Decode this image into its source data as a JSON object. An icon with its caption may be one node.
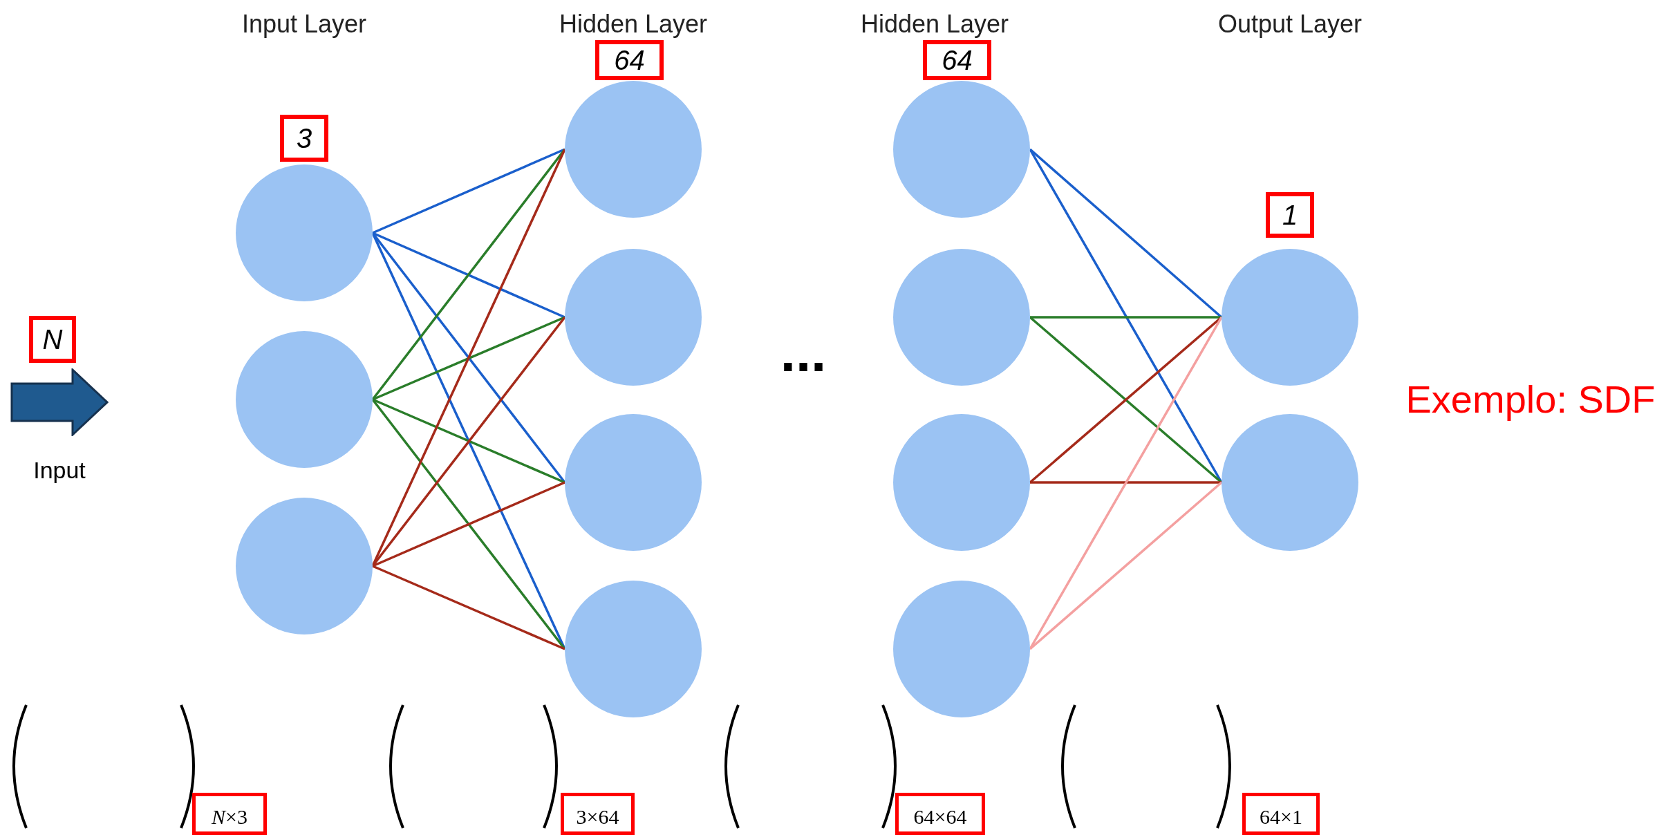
{
  "diagram": {
    "nodes": [
      {
        "text": [
          "3"
        ]
      },
      {
        "text": [
          "64"
        ]
      },
      {
        "text": [
          "64"
        ]
      },
      {
        "text": [
          "1"
        ]
      },
      {
        "text": [
          "N"
        ]
      },
      {
        "text": [],
        "shape": "arrow",
        "beside": [
          "Input"
        ]
      },
      {
        "text": [],
        "shape": "circle"
      },
      {
        "text": [],
        "shape": "circle"
      },
      {
        "text": [],
        "shape": "circle"
      },
      {
        "text": [],
        "shape": "circle"
      },
      {
        "text": [],
        "shape": "circle"
      },
      {
        "text": [],
        "shape": "circle"
      },
      {
        "text": [],
        "shape": "circle"
      },
      {
        "text": [],
        "shape": "circle"
      },
      {
        "text": [],
        "shape": "circle"
      },
      {
        "text": [],
        "shape": "circle"
      },
      {
        "text": [],
        "shape": "circle"
      },
      {
        "text": [],
        "shape": "circle"
      },
      {
        "text": [],
        "shape": "circle"
      },
      {
        "text": [
          "*N*×3"
        ]
      },
      {
        "text": [
          "3×64"
        ]
      },
      {
        "text": [
          "64×64"
        ]
      },
      {
        "text": [
          "64×1"
        ]
      }
    ],
    "edges": [
      {
        "from": 6,
        "to": 9,
        "arrow": "none",
        "color": "#1a5fcc"
      },
      {
        "from": 6,
        "to": 10,
        "arrow": "none",
        "color": "#1a5fcc"
      },
      {
        "from": 6,
        "to": 11,
        "arrow": "none",
        "color": "#1a5fcc"
      },
      {
        "from": 6,
        "to": 12,
        "arrow": "none",
        "color": "#1a5fcc"
      },
      {
        "from": 7,
        "to": 9,
        "arrow": "none",
        "color": "#2a7d2a"
      },
      {
        "from": 7,
        "to": 10,
        "arrow": "none",
        "color": "#2a7d2a"
      },
      {
        "from": 7,
        "to": 11,
        "arrow": "none",
        "color": "#2a7d2a"
      },
      {
        "from": 7,
        "to": 12,
        "arrow": "none",
        "color": "#2a7d2a"
      },
      {
        "from": 8,
        "to": 9,
        "arrow": "none",
        "color": "#a52a1a"
      },
      {
        "from": 8,
        "to": 10,
        "arrow": "none",
        "color": "#a52a1a"
      },
      {
        "from": 8,
        "to": 11,
        "arrow": "none",
        "color": "#a52a1a"
      },
      {
        "from": 8,
        "to": 12,
        "arrow": "none",
        "color": "#a52a1a"
      },
      {
        "from": 13,
        "to": 17,
        "arrow": "none",
        "color": "#1a5fcc"
      },
      {
        "from": 13,
        "to": 18,
        "arrow": "none",
        "color": "#1a5fcc"
      },
      {
        "from": 14,
        "to": 17,
        "arrow": "none",
        "color": "#2a7d2a"
      },
      {
        "from": 14,
        "to": 18,
        "arrow": "none",
        "color": "#2a7d2a"
      },
      {
        "from": 15,
        "to": 17,
        "arrow": "none",
        "color": "#a52a1a"
      },
      {
        "from": 15,
        "to": 18,
        "arrow": "none",
        "color": "#a52a1a"
      },
      {
        "from": 16,
        "to": 17,
        "arrow": "none",
        "color": "#f4a0a0"
      },
      {
        "from": 16,
        "to": 18,
        "arrow": "none",
        "color": "#f4a0a0"
      }
    ],
    "labels": [
      "Input Layer",
      "Hidden Layer",
      "Hidden Layer",
      "Output Layer",
      "...",
      "Exemplo: SDF"
    ]
  }
}
